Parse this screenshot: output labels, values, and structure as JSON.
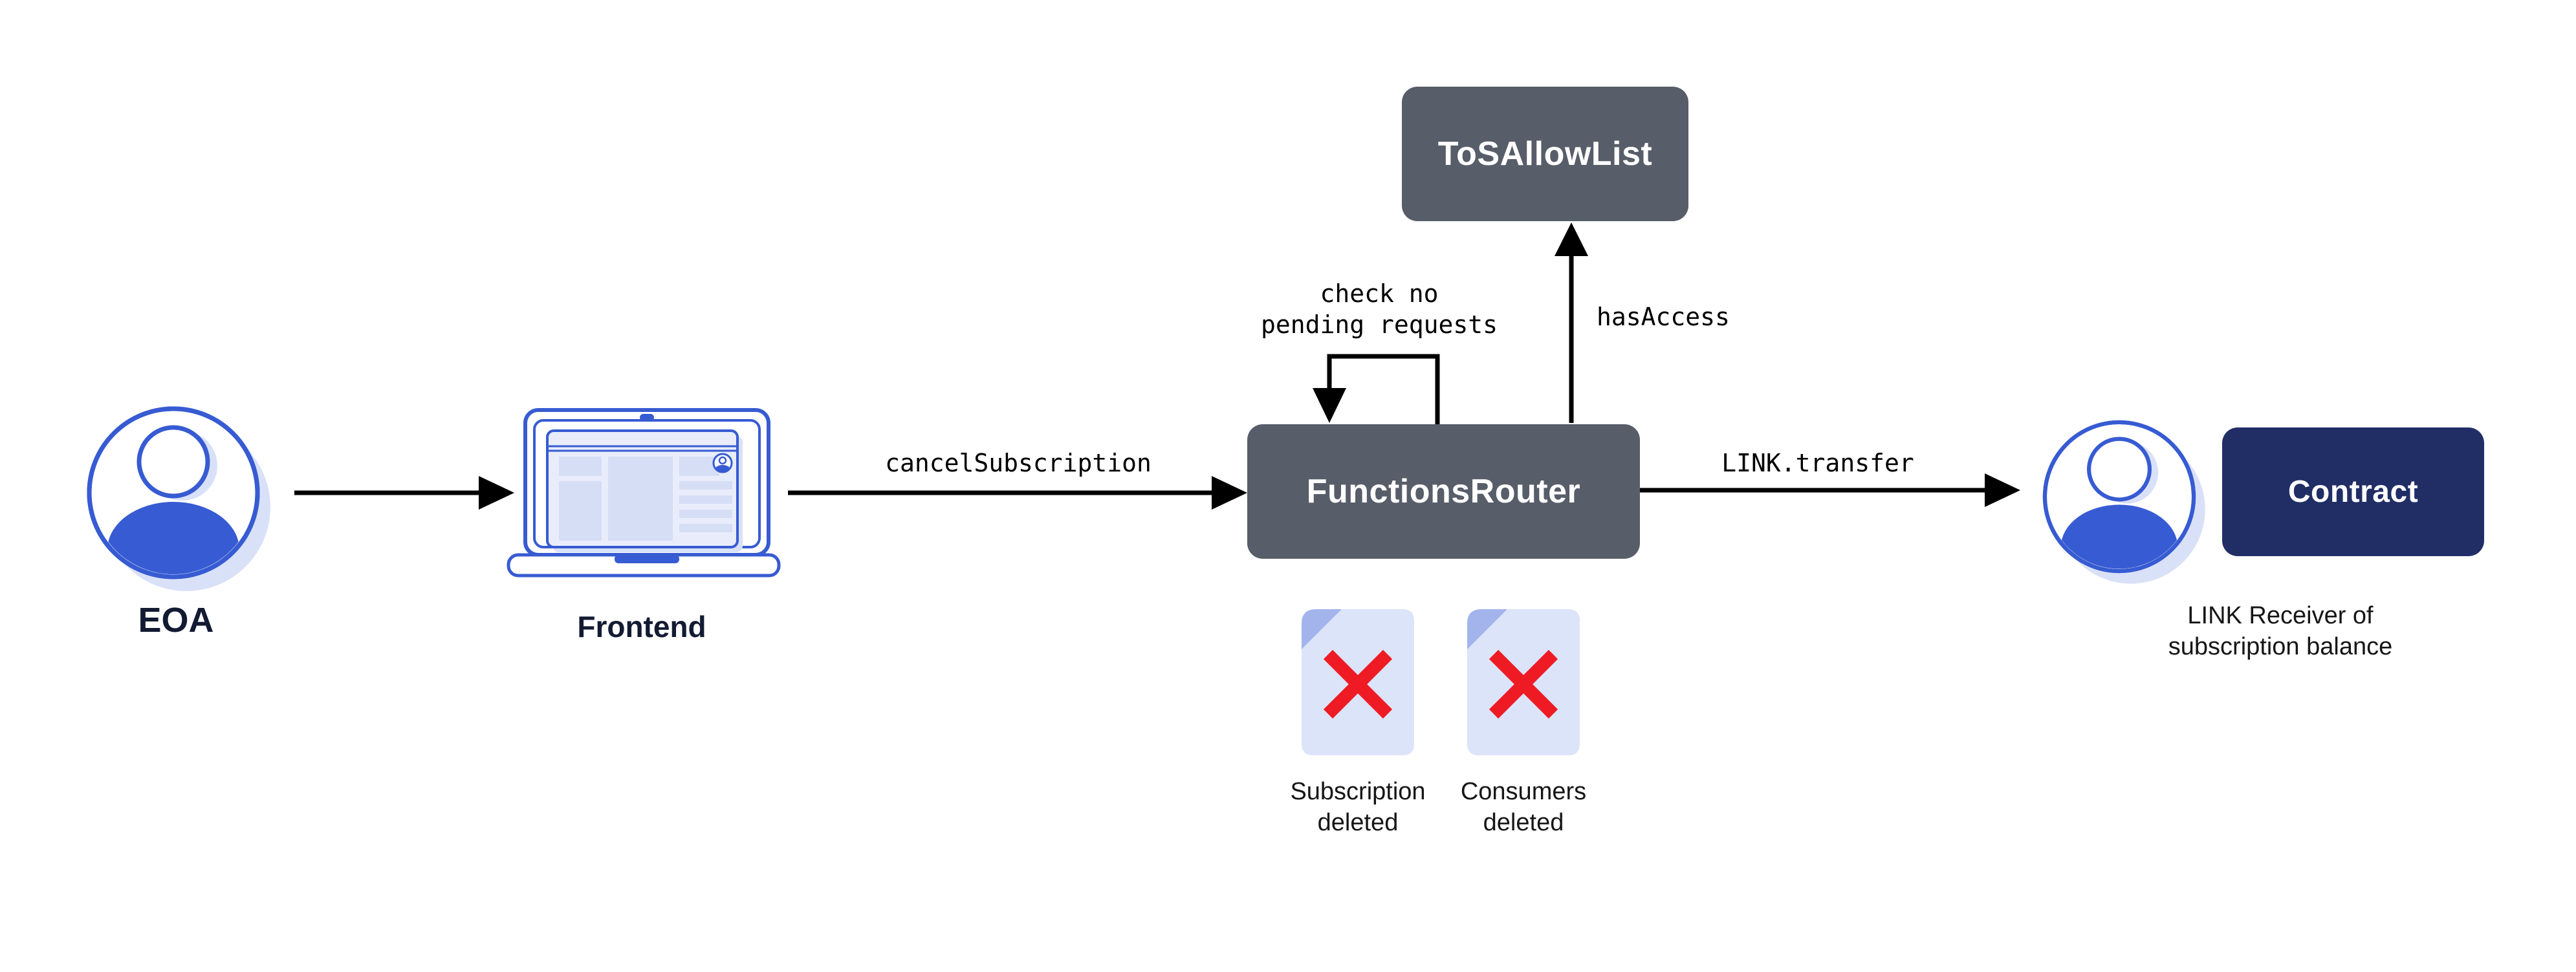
{
  "colors": {
    "blue": "#375BD2",
    "slate": "#575D69",
    "navy": "#212E66",
    "red": "#EE1B24",
    "lavender": "#D9E1F8",
    "fold": "#A3B4EC",
    "doc_fill": "#DCE4F9",
    "screen_fill": "#E9EDFB",
    "screen_block": "#D6DEF6",
    "label_navy": "#131B33",
    "text": "#161616",
    "arrow": "#000000"
  },
  "nodes": {
    "eoa": {
      "label": "EOA"
    },
    "frontend": {
      "label": "Frontend"
    },
    "functions_router": {
      "label": "FunctionsRouter"
    },
    "tos_allow_list": {
      "label": "ToSAllowList"
    },
    "contract": {
      "label": "Contract"
    },
    "link_receiver": {
      "caption": "LINK Receiver of\nsubscription balance"
    },
    "subscription_doc": {
      "caption": "Subscription\ndeleted"
    },
    "consumers_doc": {
      "caption": "Consumers\ndeleted"
    }
  },
  "edges": {
    "cancel_subscription": {
      "label": "cancelSubscription"
    },
    "check_pending": {
      "label": "check no\npending requests"
    },
    "has_access": {
      "label": "hasAccess"
    },
    "link_transfer": {
      "label": "LINK.transfer"
    }
  },
  "icons": {
    "eoa": "person-avatar-icon",
    "frontend": "laptop-icon",
    "link_receiver": "person-avatar-icon",
    "subscription_doc": "document-deleted-icon",
    "consumers_doc": "document-deleted-icon"
  }
}
